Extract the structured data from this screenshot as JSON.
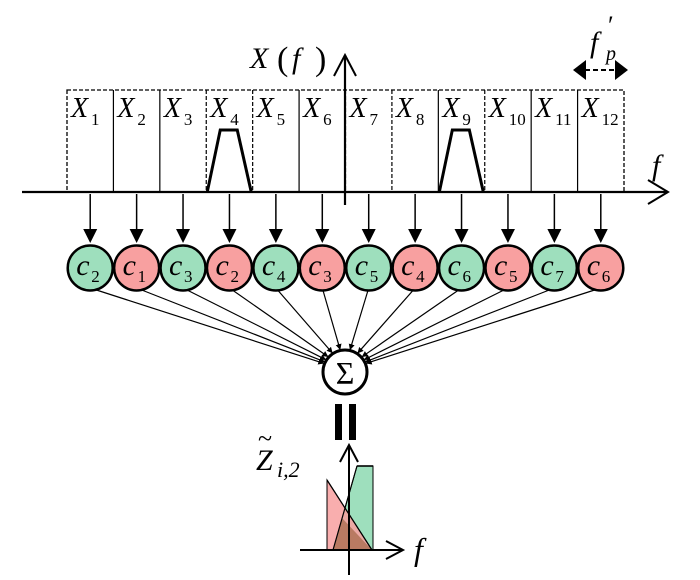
{
  "title_axis": {
    "X": "X",
    "open": "(",
    "f": "f",
    "close": ")"
  },
  "axis_label_f": "f",
  "bandwidth_label": {
    "main": "f",
    "prime": "′",
    "sub": "p"
  },
  "subbands": [
    {
      "symbol": "X",
      "index": "1"
    },
    {
      "symbol": "X",
      "index": "2"
    },
    {
      "symbol": "X",
      "index": "3"
    },
    {
      "symbol": "X",
      "index": "4",
      "occupied": true
    },
    {
      "symbol": "X",
      "index": "5"
    },
    {
      "symbol": "X",
      "index": "6"
    },
    {
      "symbol": "X",
      "index": "7"
    },
    {
      "symbol": "X",
      "index": "8"
    },
    {
      "symbol": "X",
      "index": "9",
      "occupied": true
    },
    {
      "symbol": "X",
      "index": "10"
    },
    {
      "symbol": "X",
      "index": "11"
    },
    {
      "symbol": "X",
      "index": "12"
    }
  ],
  "coefficients": [
    {
      "symbol": "c",
      "index": "2",
      "color": "green"
    },
    {
      "symbol": "c",
      "index": "1",
      "color": "red"
    },
    {
      "symbol": "c",
      "index": "3",
      "color": "green"
    },
    {
      "symbol": "c",
      "index": "2",
      "color": "red"
    },
    {
      "symbol": "c",
      "index": "4",
      "color": "green"
    },
    {
      "symbol": "c",
      "index": "3",
      "color": "red"
    },
    {
      "symbol": "c",
      "index": "5",
      "color": "green"
    },
    {
      "symbol": "c",
      "index": "4",
      "color": "red"
    },
    {
      "symbol": "c",
      "index": "6",
      "color": "green"
    },
    {
      "symbol": "c",
      "index": "5",
      "color": "red"
    },
    {
      "symbol": "c",
      "index": "7",
      "color": "green"
    },
    {
      "symbol": "c",
      "index": "6",
      "color": "red"
    }
  ],
  "sum_symbol": "Σ",
  "output_label": {
    "tilde": "~",
    "symbol": "Z",
    "sub": "i,2"
  },
  "output_axis_label": "f",
  "colors": {
    "green": "#9edfbd",
    "red": "#f8a0a0",
    "overlap": "#b97a62",
    "stroke": "#000000"
  }
}
